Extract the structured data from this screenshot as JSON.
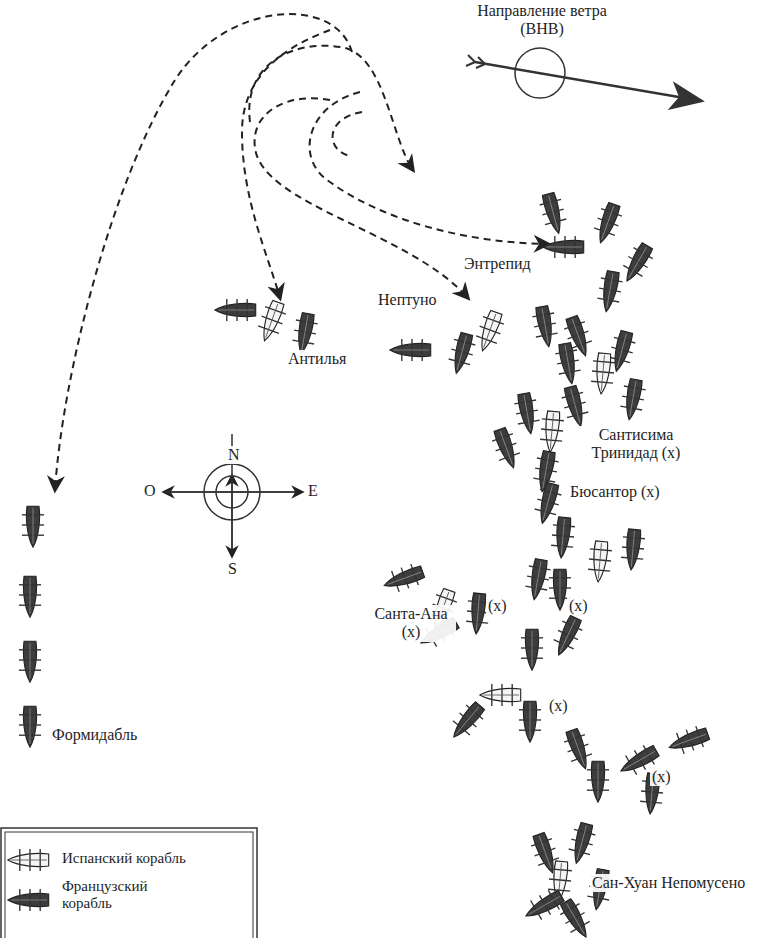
{
  "diagram": {
    "labels": [
      "Направление ветра (ВНВ)",
      "Энтрепид",
      "Нептуно",
      "Антилья",
      "Сантисима Тринидад (x)",
      "Бюсантор (x)",
      "N",
      "O",
      "E",
      "S",
      "Санта-Ана (x)",
      "(x)",
      "(x)",
      "(x)",
      "(x)",
      "Формидабль",
      "Сан-Хуан Непомусено"
    ],
    "legend": [
      {
        "text": "Испанский корабль"
      },
      {
        "text": "Французский корабль"
      }
    ]
  }
}
